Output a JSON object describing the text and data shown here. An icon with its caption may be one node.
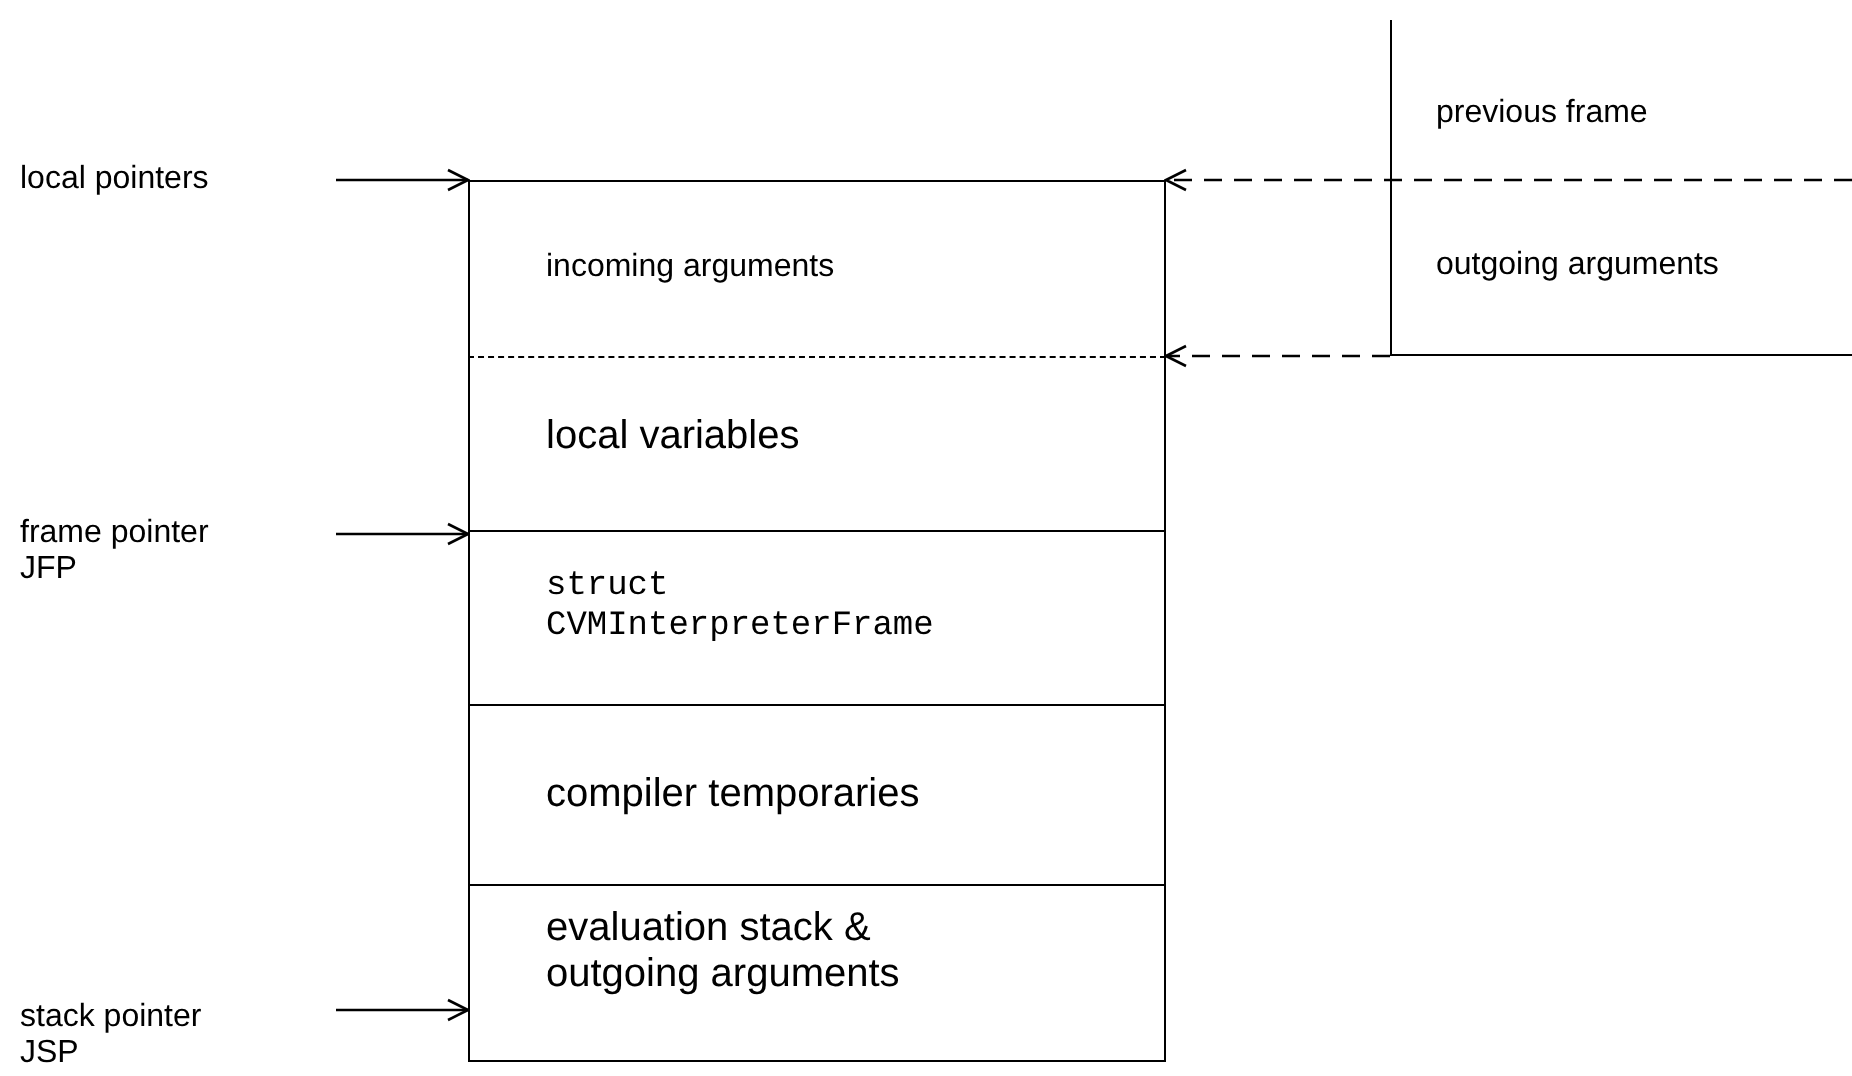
{
  "diagram": {
    "nodes": [
      {
        "text": [
          "local pointers"
        ]
      },
      {
        "text": [
          "frame pointer JFP"
        ]
      },
      {
        "text": [
          "stack pointer JSP"
        ]
      },
      {
        "text": [
          "incoming arguments"
        ]
      },
      {
        "text": [
          "local variables"
        ]
      },
      {
        "text": [
          "struct CVMInterpreterFrame"
        ]
      },
      {
        "text": [
          "compiler temporaries"
        ]
      },
      {
        "text": [
          "evaluation stack & outgoing arguments"
        ]
      },
      {
        "text": [
          "previous frame"
        ]
      },
      {
        "text": [
          "outgoing arguments"
        ]
      }
    ],
    "edges": [
      {
        "from": 0,
        "to": 3,
        "arrow": "to"
      },
      {
        "from": 9,
        "to": 3,
        "arrow": "to",
        "style": "dashed"
      },
      {
        "from": 9,
        "to": 3,
        "arrow": "to",
        "style": "dashed"
      },
      {
        "from": 1,
        "to": 5,
        "arrow": "to"
      },
      {
        "from": 2,
        "to": 7,
        "arrow": "to"
      }
    ]
  }
}
